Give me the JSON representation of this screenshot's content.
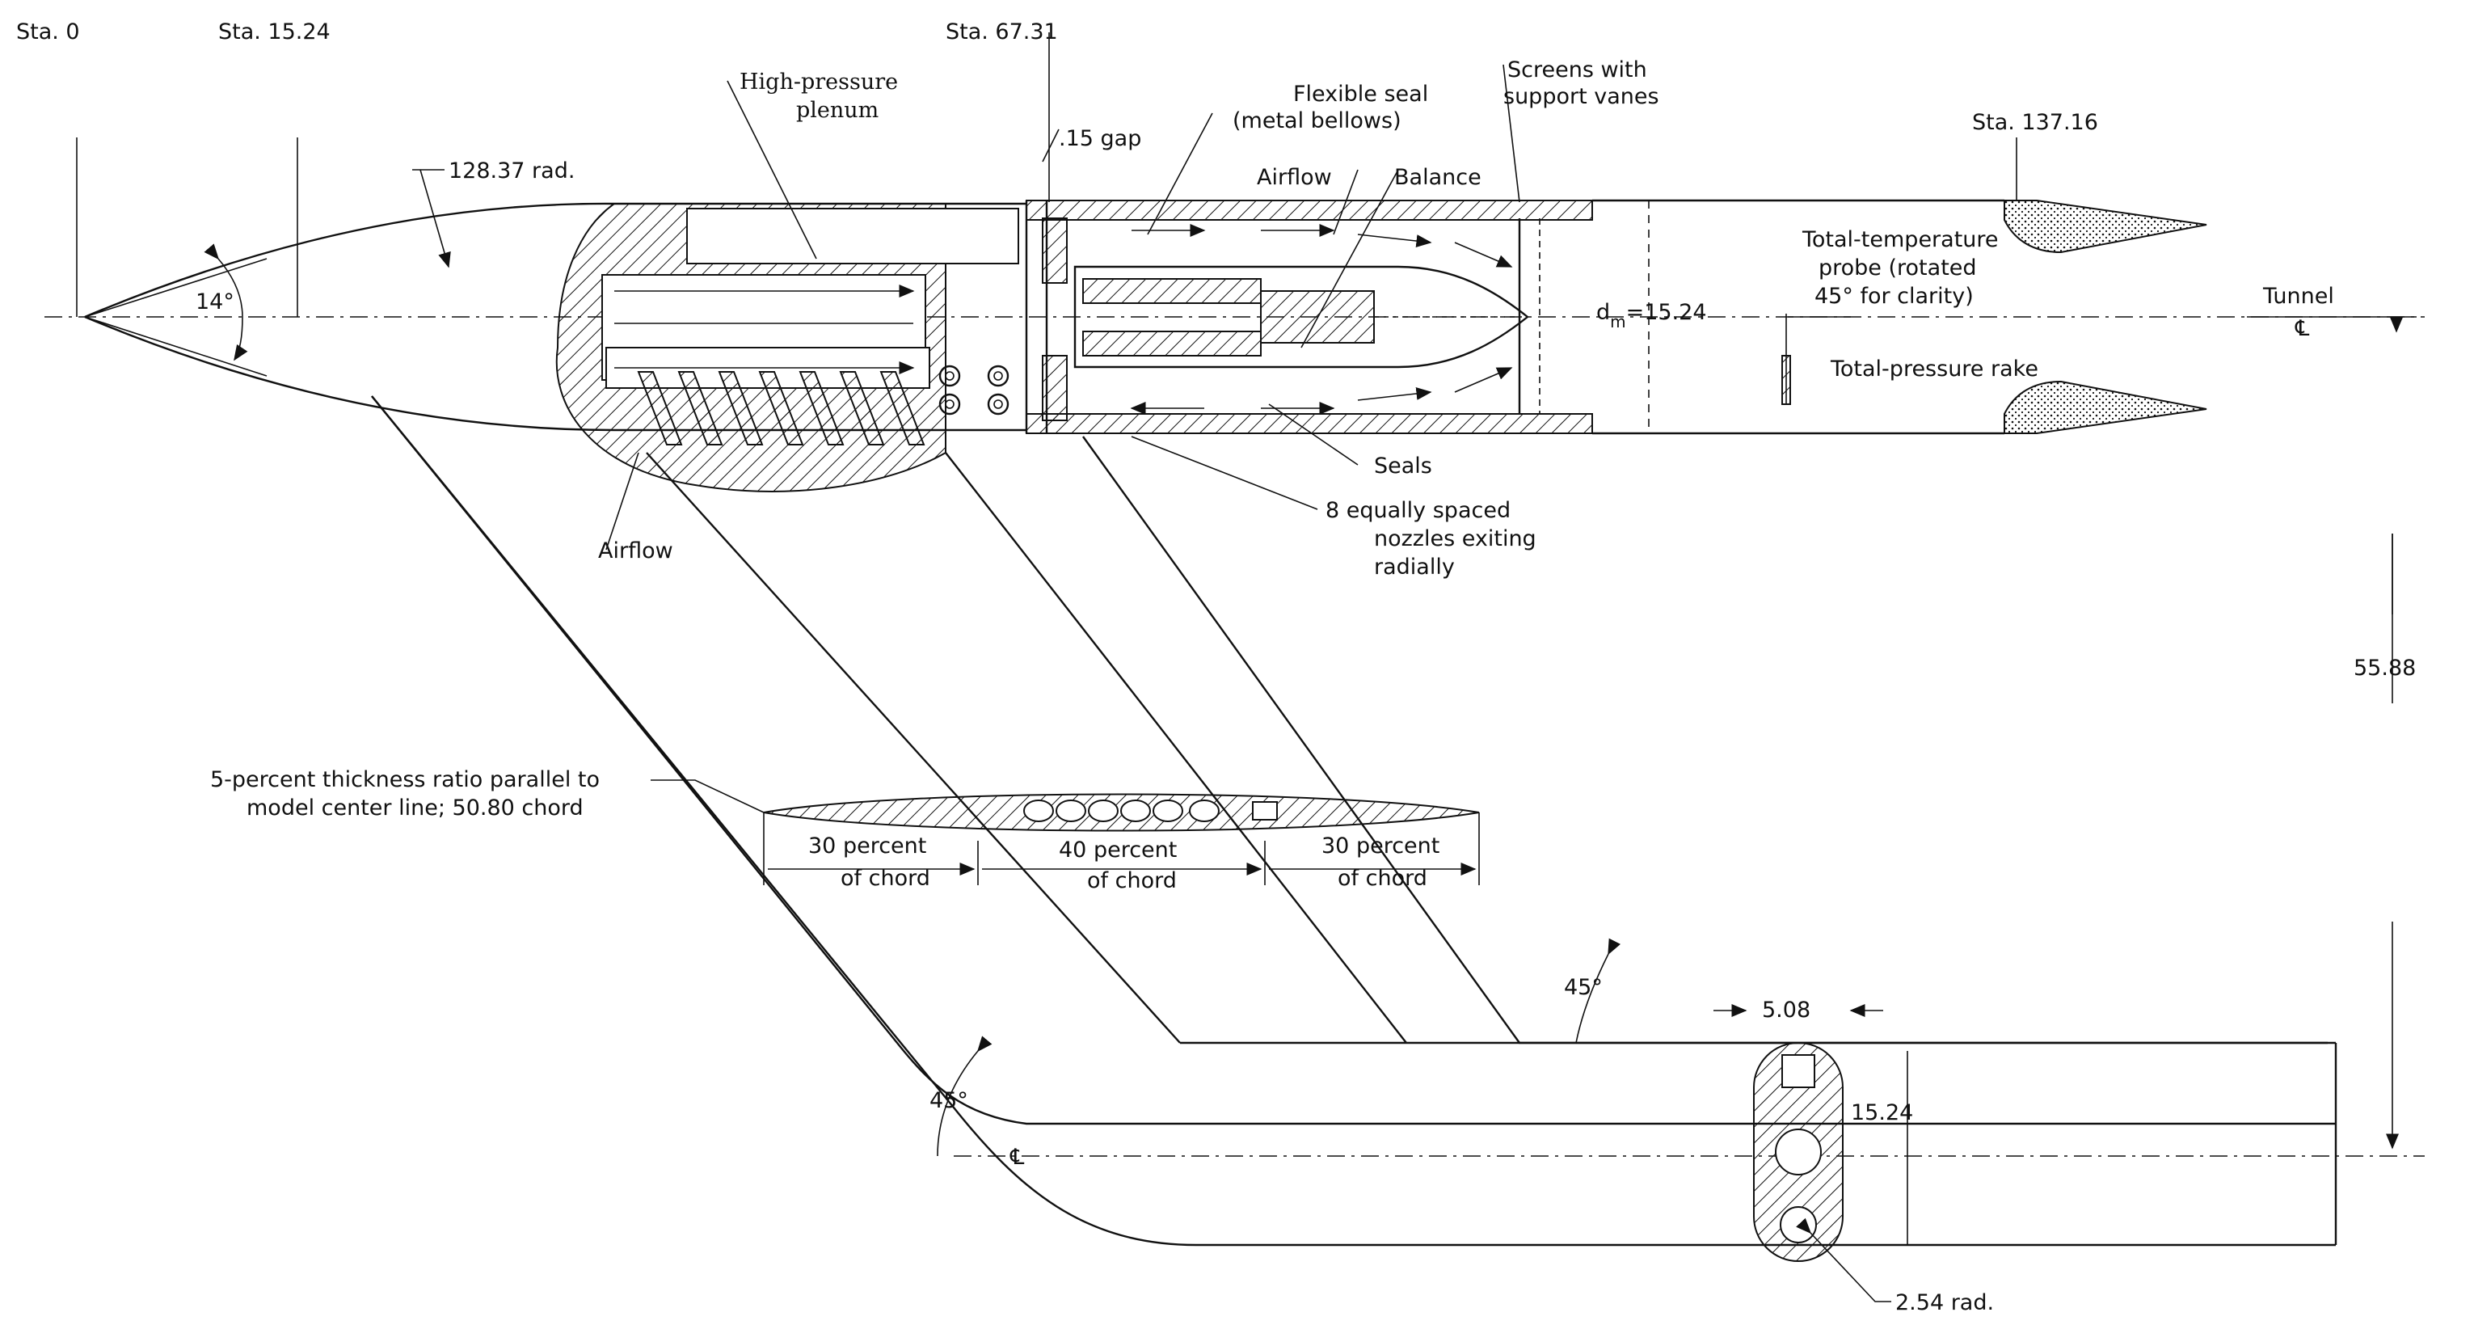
{
  "stations": {
    "sta0": "Sta. 0",
    "sta1524": "Sta. 15.24",
    "sta6731": "Sta. 67.31",
    "sta13716": "Sta. 137.16"
  },
  "labels": {
    "high_pressure": "High-pressure",
    "plenum": "plenum",
    "rad_12837": "128.37 rad.",
    "angle14": "14°",
    "gap": ".15 gap",
    "flex_seal_1": "Flexible seal",
    "flex_seal_2": "(metal bellows)",
    "screens_1": "Screens with",
    "screens_2": "support vanes",
    "airflow_top": "Airflow",
    "balance": "Balance",
    "ttp_1": "Total-temperature",
    "ttp_2": "probe (rotated",
    "ttp_3": "45° for clarity)",
    "dm_d": "d",
    "dm_sub": "m",
    "dm_val": "=15.24",
    "tunnel": "Tunnel",
    "cl_tunnel": "℄",
    "tpr": "Total-pressure rake",
    "seals": "Seals",
    "nozzles_1": "8 equally spaced",
    "nozzles_2": "nozzles exiting",
    "nozzles_3": "radially",
    "airflow_left": "Airflow",
    "dim_5588": "55.88",
    "wing_1": "5-percent thickness ratio parallel to",
    "wing_2": "model center line; 50.80 chord",
    "pc30a_1": "30 percent",
    "pc30a_2": "of chord",
    "pc40_1": "40 percent",
    "pc40_2": "of chord",
    "pc30b_1": "30 percent",
    "pc30b_2": "of chord",
    "angle45a": "45°",
    "angle45b": "45°",
    "cl_strut": "℄",
    "dim_508": "5.08",
    "dim_1524": "15.24",
    "rad_254": "2.54 rad."
  }
}
